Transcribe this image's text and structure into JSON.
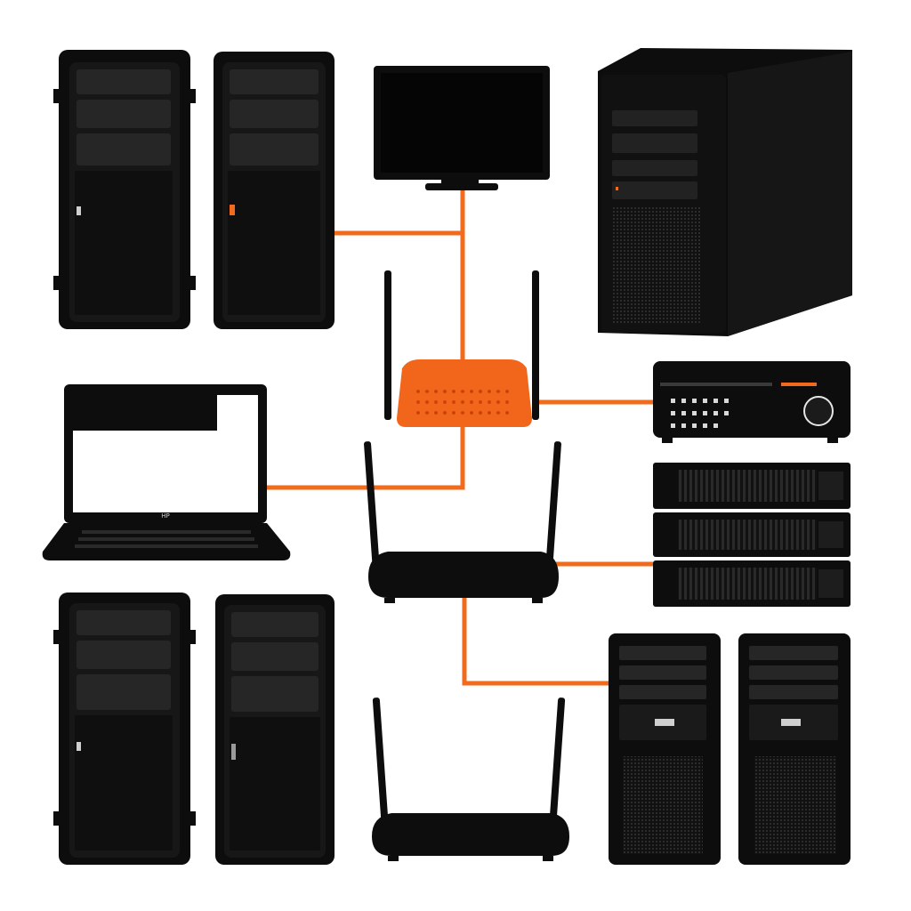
{
  "title": "",
  "colors": {
    "background": "#ffffff",
    "device": "#0d0d0d",
    "device_panel": "#1c1c1c",
    "accent_cable": "#f26a1b",
    "accent_router": "#f2661b"
  },
  "devices": [
    {
      "id": "tower-1",
      "icon": "tower-server-icon"
    },
    {
      "id": "tower-2",
      "icon": "tower-server-icon"
    },
    {
      "id": "monitor",
      "icon": "monitor-icon"
    },
    {
      "id": "server-cube",
      "icon": "server-cube-icon"
    },
    {
      "id": "router-orange",
      "icon": "wifi-router-icon"
    },
    {
      "id": "amplifier",
      "icon": "network-appliance-icon"
    },
    {
      "id": "laptop",
      "icon": "laptop-icon"
    },
    {
      "id": "router-black",
      "icon": "wifi-router-icon"
    },
    {
      "id": "rack-units",
      "icon": "rack-server-icon"
    },
    {
      "id": "tower-3",
      "icon": "tower-server-icon"
    },
    {
      "id": "tower-4",
      "icon": "tower-server-icon"
    },
    {
      "id": "router-bottom",
      "icon": "wifi-router-icon"
    },
    {
      "id": "tower-5",
      "icon": "tower-server-icon"
    },
    {
      "id": "tower-6",
      "icon": "tower-server-icon"
    }
  ],
  "laptop_label": "HP"
}
